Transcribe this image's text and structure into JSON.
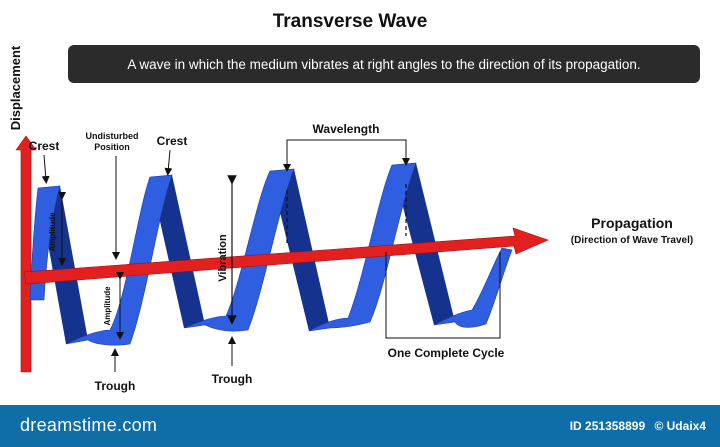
{
  "title": "Transverse Wave",
  "definition": "A wave in which the medium vibrates at right angles to the direction of its propagation.",
  "labels": {
    "displacement": "Displacement",
    "crest_left": "Crest",
    "crest_mid": "Crest",
    "undisturbed_line1": "Undisturbed",
    "undisturbed_line2": "Position",
    "amplitude_top": "Amplitude",
    "amplitude_bottom": "Amplitude",
    "vibration": "Vibration",
    "wavelength": "Wavelength",
    "propagation": "Propagation",
    "propagation_sub": "(Direction of Wave Travel)",
    "trough_left": "Trough",
    "trough_mid": "Trough",
    "one_cycle": "One Complete Cycle"
  },
  "footer": {
    "logo": "dreamstime.com",
    "image_id": "ID 251358899",
    "author": "© Udaix4"
  },
  "colors": {
    "wave_front": "#2f5fe0",
    "wave_back": "#16328f",
    "axis_red": "#e32020",
    "banner_bg": "#2b2b2b",
    "footer_bg": "#0f6ea8"
  }
}
